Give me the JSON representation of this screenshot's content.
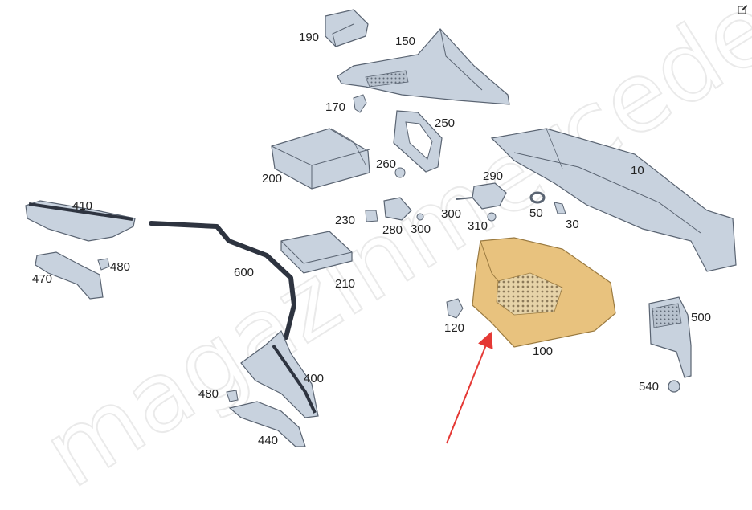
{
  "diagram": {
    "watermark": "magazinmercedes.ru",
    "labels": {
      "p10": "10",
      "p30": "30",
      "p50": "50",
      "p100": "100",
      "p120": "120",
      "p150": "150",
      "p170": "170",
      "p190": "190",
      "p200": "200",
      "p210": "210",
      "p230": "230",
      "p250": "250",
      "p260": "260",
      "p280": "280",
      "p290": "290",
      "p300a": "300",
      "p300b": "300",
      "p310": "310",
      "p400": "400",
      "p410": "410",
      "p440": "440",
      "p470": "470",
      "p480a": "480",
      "p480b": "480",
      "p500": "500",
      "p540": "540",
      "p600": "600"
    },
    "colors": {
      "part": "#c8d2de",
      "part_stroke": "#5a6472",
      "highlight": "#e8c27e",
      "highlight_stroke": "#9a7a40",
      "arrow": "#e53935"
    }
  },
  "toolbar": {
    "edit_icon": "edit-icon"
  }
}
